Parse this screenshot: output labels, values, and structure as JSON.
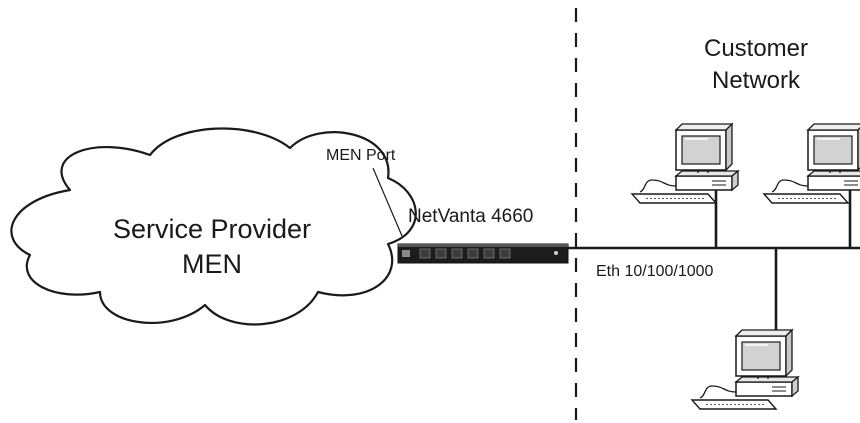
{
  "cloud": {
    "line1": "Service Provider",
    "line2": "MEN"
  },
  "men_port_label": "MEN Port",
  "device_label": "NetVanta 4660",
  "customer": {
    "line1": "Customer",
    "line2": "Network"
  },
  "link_label": "Eth 10/100/1000",
  "icons": [
    "cloud-icon",
    "router-icon",
    "computer-icon"
  ],
  "colors": {
    "line": "#1a1a1a",
    "device": "#1c1c1c",
    "cloud_fill": "#ffffff"
  }
}
